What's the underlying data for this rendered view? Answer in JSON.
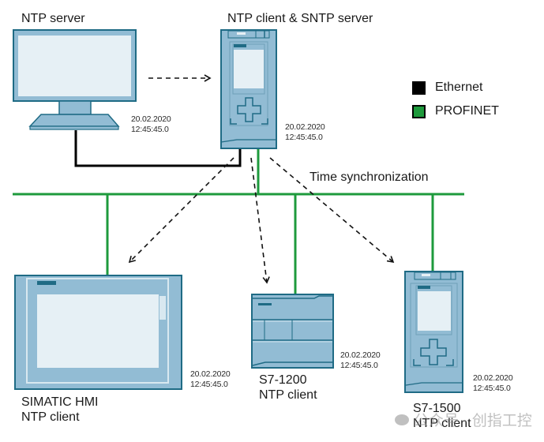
{
  "devices": {
    "ntp_server": {
      "label": "NTP server",
      "date": "20.02.2020",
      "time": "12:45:45.0"
    },
    "sntp_server": {
      "label": "NTP client & SNTP server",
      "date": "20.02.2020",
      "time": "12:45:45.0"
    },
    "hmi": {
      "label_line1": "SIMATIC HMI",
      "label_line2": "NTP client",
      "date": "20.02.2020",
      "time": "12:45:45.0"
    },
    "s7_1200": {
      "label_line1": "S7-1200",
      "label_line2": "NTP client",
      "date": "20.02.2020",
      "time": "12:45:45.0"
    },
    "s7_1500": {
      "label_line1": "S7-1500",
      "label_line2": "NTP client",
      "date": "20.02.2020",
      "time": "12:45:45.0"
    }
  },
  "bus_label": "Time synchronization",
  "legend": [
    {
      "label": "Ethernet",
      "color": "#000000"
    },
    {
      "label": "PROFINET",
      "color": "#1e9a3c"
    }
  ],
  "colors": {
    "device_fill": "#92bcd4",
    "device_stroke": "#1f6b85",
    "screen": "#e6f0f5",
    "ethernet": "#000000",
    "profinet": "#1e9a3c"
  },
  "watermark": "公众号 · 创指工控"
}
